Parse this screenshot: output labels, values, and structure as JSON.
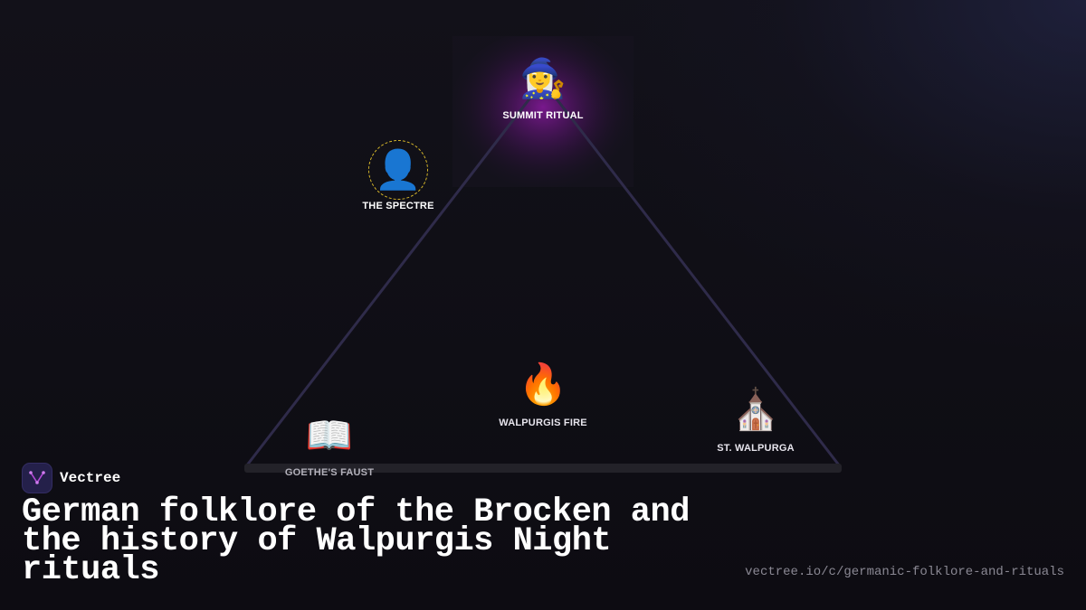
{
  "diagram": {
    "nodes": {
      "summit": {
        "label": "SUMMIT RITUAL",
        "icon": "🧙‍♀️",
        "icon_name": "witch-icon"
      },
      "spectre": {
        "label": "THE SPECTRE",
        "icon": "👤",
        "icon_name": "silhouette-icon"
      },
      "fire": {
        "label": "WALPURGIS FIRE",
        "icon": "🔥",
        "icon_name": "fire-icon"
      },
      "walpurga": {
        "label": "ST. WALPURGA",
        "icon": "⛪",
        "icon_name": "church-icon"
      },
      "faust": {
        "label": "GOETHE'S FAUST",
        "icon": "📖",
        "icon_name": "open-book-icon"
      }
    },
    "colors": {
      "triangle_stroke": "#2f2b4a",
      "summit_glow": "#8a1aa0",
      "spectre_ring": "#d8b92a",
      "base_bar": "#232229"
    }
  },
  "footer": {
    "brand": "Vectree",
    "title": "German folklore of the Brocken and the history of Walpurgis Night rituals",
    "url": "vectree.io/c/germanic-folklore-and-rituals"
  }
}
